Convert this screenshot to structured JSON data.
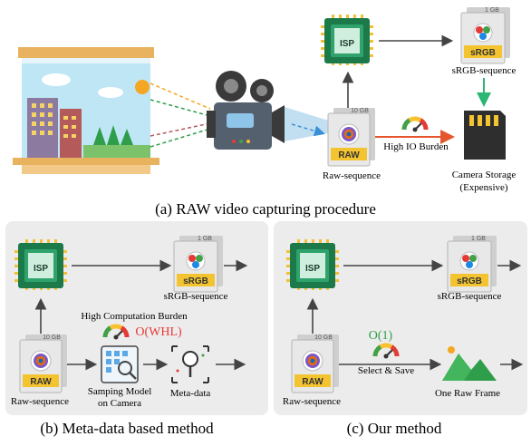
{
  "panel_a": {
    "caption": "(a) RAW video capturing procedure",
    "isp_label": "ISP",
    "srgb_size": "1 GB",
    "srgb_tag": "sRGB",
    "srgb_seq": "sRGB-sequence",
    "raw_size": "10 GB",
    "raw_tag": "RAW",
    "raw_seq": "Raw-sequence",
    "io_burden": "High IO Burden",
    "storage_line1": "Camera Storage",
    "storage_line2": "(Expensive)"
  },
  "panel_b": {
    "caption": "(b) Meta-data based method",
    "isp_label": "ISP",
    "srgb_size": "1 GB",
    "srgb_tag": "sRGB",
    "srgb_seq": "sRGB-sequence",
    "comp_burden": "High Computation Burden",
    "complexity": "O(WHL)",
    "raw_size": "10 GB",
    "raw_tag": "RAW",
    "raw_seq": "Raw-sequence",
    "sampling_line1": "Samping Model",
    "sampling_line2": "on Camera",
    "meta": "Meta-data"
  },
  "panel_c": {
    "caption": "(c) Our method",
    "isp_label": "ISP",
    "srgb_size": "1 GB",
    "srgb_tag": "sRGB",
    "srgb_seq": "sRGB-sequence",
    "complexity": "O(1)",
    "select_save": "Select & Save",
    "raw_size": "10 GB",
    "raw_tag": "RAW",
    "raw_seq": "Raw-sequence",
    "one_raw": "One Raw Frame"
  },
  "colors": {
    "panel_bg": "#ececec",
    "chip_green": "#1c7a4a",
    "chip_pin": "#f2c037",
    "tag_yellow": "#f4c430",
    "arrow_dark": "#444444",
    "arrow_green": "#2bb673",
    "arrow_red": "#e4572e",
    "complexity_red": "#e53935",
    "complexity_green": "#2e9e4a"
  }
}
